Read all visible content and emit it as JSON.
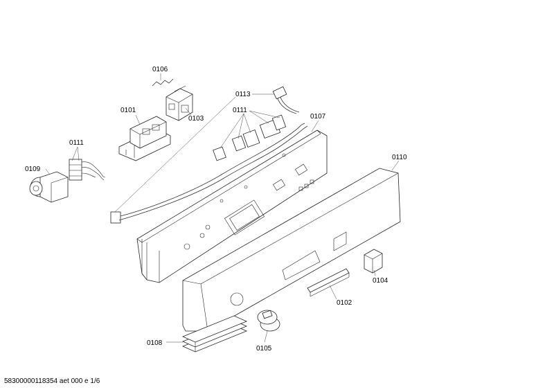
{
  "diagram": {
    "callouts": {
      "p0101": "0101",
      "p0102": "0102",
      "p0103": "0103",
      "p0104": "0104",
      "p0105": "0105",
      "p0106": "0106",
      "p0107": "0107",
      "p0108": "0108",
      "p0109": "0109",
      "p0110": "0110",
      "p0111a": "0111",
      "p0111b": "0111",
      "p0113": "0113"
    }
  },
  "footer": {
    "doc_id": "58300000118354 aet 000 e 1/6"
  }
}
